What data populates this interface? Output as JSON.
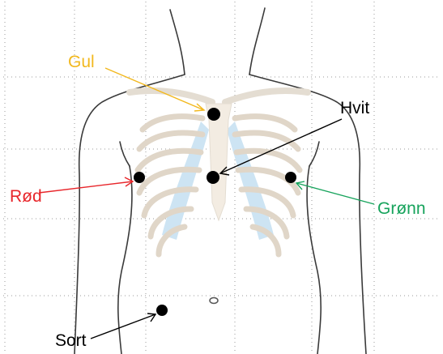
{
  "labels": {
    "yellow": "Gul",
    "white": "Hvit",
    "red": "Rød",
    "green": "Grønn",
    "black": "Sort"
  },
  "colors": {
    "yellow": "#f2b81e",
    "red": "#e8262b",
    "green": "#17a35c",
    "black": "#000000",
    "body_outline": "#3a3a3a",
    "bone": "#f3ece2",
    "cartilage": "#cde4f3",
    "grid": "#9a9a9a"
  },
  "icons": {
    "electrode": "filled-black-circle",
    "navel": "small-oval"
  }
}
